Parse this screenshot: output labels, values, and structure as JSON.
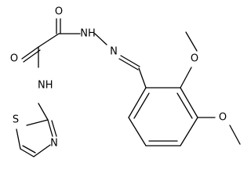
{
  "structure": {
    "atoms": {
      "o_top": "O",
      "o_left": "O",
      "nh_top": "NH",
      "n_imine": "N",
      "nh_amide": "NH",
      "s_ring": "S",
      "n_ring": "N",
      "o_methoxy_upper": "O",
      "o_methoxy_lower": "O"
    }
  }
}
